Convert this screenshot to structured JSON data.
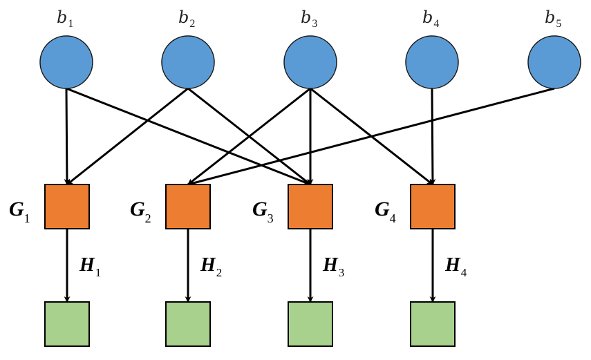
{
  "diagram": {
    "colors": {
      "input_node": "#5b9bd5",
      "group_node": "#ed7d31",
      "output_node": "#a9d18e",
      "edge": "#000000",
      "outline": "#000000"
    },
    "inputs": [
      {
        "id": "b1",
        "base": "b",
        "sub": "1"
      },
      {
        "id": "b2",
        "base": "b",
        "sub": "2"
      },
      {
        "id": "b3",
        "base": "b",
        "sub": "3"
      },
      {
        "id": "b4",
        "base": "b",
        "sub": "4"
      },
      {
        "id": "b5",
        "base": "b",
        "sub": "5"
      }
    ],
    "groups": [
      {
        "id": "G1",
        "base": "G",
        "sub": "1"
      },
      {
        "id": "G2",
        "base": "G",
        "sub": "2"
      },
      {
        "id": "G3",
        "base": "G",
        "sub": "3"
      },
      {
        "id": "G4",
        "base": "G",
        "sub": "4"
      }
    ],
    "outputs": [
      {
        "id": "O1"
      },
      {
        "id": "O2"
      },
      {
        "id": "O3"
      },
      {
        "id": "O4"
      }
    ],
    "transforms": [
      {
        "from": "G1",
        "to": "O1",
        "base": "H",
        "sub": "1"
      },
      {
        "from": "G2",
        "to": "O2",
        "base": "H",
        "sub": "2"
      },
      {
        "from": "G3",
        "to": "O3",
        "base": "H",
        "sub": "3"
      },
      {
        "from": "G4",
        "to": "O4",
        "base": "H",
        "sub": "4"
      }
    ],
    "edges": [
      {
        "from": "b1",
        "to": "G1"
      },
      {
        "from": "b1",
        "to": "G3"
      },
      {
        "from": "b2",
        "to": "G1"
      },
      {
        "from": "b2",
        "to": "G3"
      },
      {
        "from": "b3",
        "to": "G2"
      },
      {
        "from": "b3",
        "to": "G3"
      },
      {
        "from": "b3",
        "to": "G4"
      },
      {
        "from": "b4",
        "to": "G4"
      },
      {
        "from": "b5",
        "to": "G2"
      }
    ]
  }
}
